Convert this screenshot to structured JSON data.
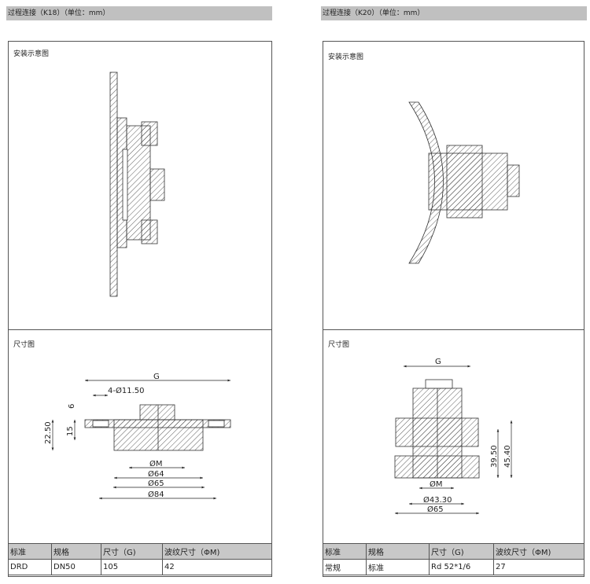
{
  "left": {
    "title": "过程连接（K18）（单位：mm）",
    "install_label": "安装示意图",
    "dim_label": "尺寸图",
    "dims": {
      "g": "G",
      "holes": "4-Ø11.50",
      "h6": "6",
      "h15": "15",
      "h2250": "22.50",
      "m": "ØM",
      "d64": "Ø64",
      "d65": "Ø65",
      "d84": "Ø84"
    },
    "table": {
      "headers": [
        "标准",
        "规格",
        "尺寸（G)",
        "波纹尺寸（ΦM)"
      ],
      "row": [
        "DRD",
        "DN50",
        "105",
        "42"
      ]
    }
  },
  "right": {
    "title": "过程连接（K20）（单位：mm）",
    "install_label": "安装示意图",
    "dim_label": "尺寸图",
    "dims": {
      "g": "G",
      "h3950": "39.50",
      "h4540": "45.40",
      "m": "ØM",
      "d4330": "Ø43.30",
      "d65": "Ø65"
    },
    "table": {
      "headers": [
        "标准",
        "规格",
        "尺寸（G)",
        "波纹尺寸（ΦM)"
      ],
      "row": [
        "常规",
        "标准",
        "Rd 52*1/6",
        "27"
      ]
    }
  }
}
